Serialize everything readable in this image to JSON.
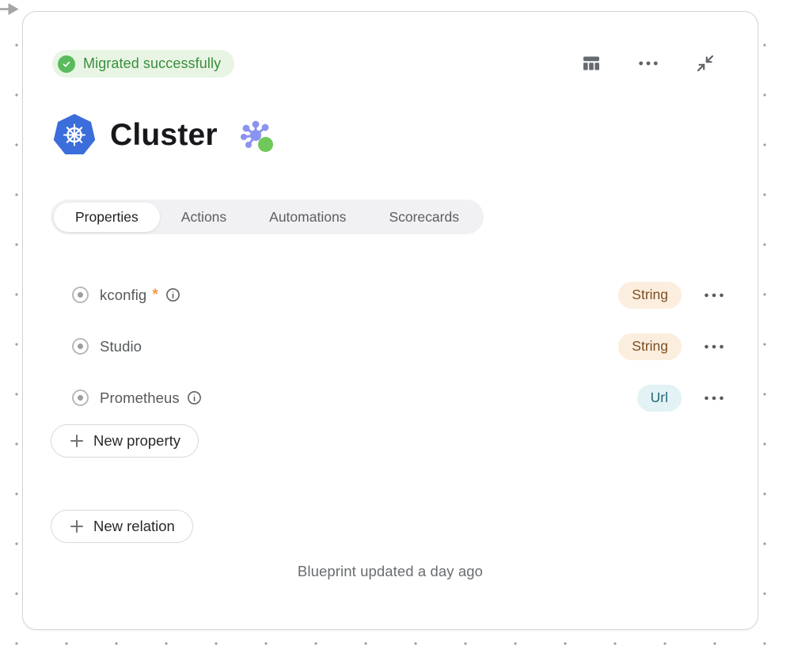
{
  "status": {
    "label": "Migrated successfully"
  },
  "toolbar": {
    "icons": [
      "table-view",
      "more-options",
      "collapse"
    ]
  },
  "header": {
    "title": "Cluster"
  },
  "tabs": {
    "items": [
      {
        "label": "Properties",
        "active": true
      },
      {
        "label": "Actions",
        "active": false
      },
      {
        "label": "Automations",
        "active": false
      },
      {
        "label": "Scorecards",
        "active": false
      }
    ]
  },
  "properties": [
    {
      "name": "kconfig",
      "required": true,
      "required_marker": "*",
      "info": true,
      "type": "String",
      "badge_bg": "#fcEEde",
      "badge_fg": "#7d4e24"
    },
    {
      "name": "Studio",
      "required": false,
      "required_marker": "",
      "info": false,
      "type": "String",
      "badge_bg": "#fcEEde",
      "badge_fg": "#7d4e24"
    },
    {
      "name": "Prometheus",
      "required": false,
      "required_marker": "",
      "info": true,
      "type": "Url",
      "badge_bg": "#e2f2f5",
      "badge_fg": "#256877"
    }
  ],
  "buttons": {
    "new_property": "New property",
    "new_relation": "New relation"
  },
  "footer": {
    "updated": "Blueprint updated a day ago"
  },
  "colors": {
    "status_badge_bg": "#e9f5e4",
    "status_badge_fg": "#388e3c",
    "check_green": "#5abb5c",
    "kubernetes_blue": "#3b6ddb",
    "node_purple": "#8a93ef",
    "node_green": "#6fc95a",
    "required_orange": "#f2994a",
    "card_border": "#d4d4d6",
    "tab_bar_bg": "#f1f1f4",
    "icon_gray": "#5f6368",
    "dot_grid": "#9e9ea0"
  }
}
